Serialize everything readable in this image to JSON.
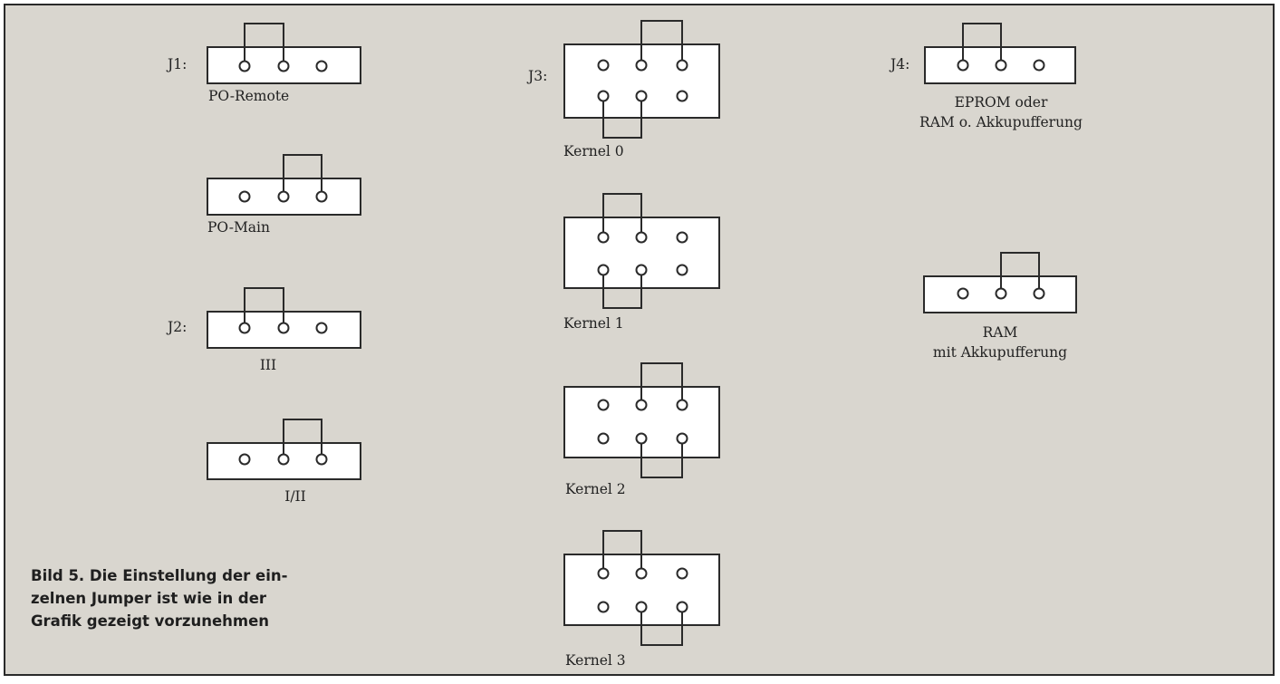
{
  "labels": {
    "j1": "J1:",
    "j2": "J2:",
    "j3": "J3:",
    "j4": "J4:"
  },
  "jumpers": {
    "po_remote": {
      "caption": "PO-Remote",
      "pins": 3,
      "bridge_top": [
        1,
        2
      ]
    },
    "po_main": {
      "caption": "PO-Main",
      "pins": 3,
      "bridge_top": [
        2,
        3
      ]
    },
    "iii": {
      "caption": "III",
      "pins": 3,
      "bridge_top": [
        1,
        2
      ]
    },
    "i_ii": {
      "caption": "I/II",
      "pins": 3,
      "bridge_top": [
        2,
        3
      ]
    },
    "kernel0": {
      "caption": "Kernel 0",
      "pins": 6,
      "bridge_top": [
        2,
        3
      ],
      "bridge_bottom": [
        1,
        2
      ]
    },
    "kernel1": {
      "caption": "Kernel 1",
      "pins": 6,
      "bridge_top": [
        1,
        2
      ],
      "bridge_bottom": [
        1,
        2
      ]
    },
    "kernel2": {
      "caption": "Kernel 2",
      "pins": 6,
      "bridge_top": [
        2,
        3
      ],
      "bridge_bottom": [
        2,
        3
      ]
    },
    "kernel3": {
      "caption": "Kernel 3",
      "pins": 6,
      "bridge_top": [
        1,
        2
      ],
      "bridge_bottom": [
        2,
        3
      ]
    },
    "eprom": {
      "caption_line1": "EPROM oder",
      "caption_line2": "RAM o. Akkupufferung",
      "pins": 3,
      "bridge_top": [
        1,
        2
      ]
    },
    "ram": {
      "caption_line1": "RAM",
      "caption_line2": "mit Akkupufferung",
      "pins": 3,
      "bridge_top": [
        2,
        3
      ]
    }
  },
  "caption": {
    "line1": "Bild 5. Die Einstellung der ein-",
    "line2": "zelnen Jumper ist wie in der",
    "line3": "Grafik gezeigt vorzunehmen"
  },
  "colors": {
    "background": "#d9d6cf",
    "ink": "#2a2a2a",
    "block_fill": "#ffffff"
  }
}
